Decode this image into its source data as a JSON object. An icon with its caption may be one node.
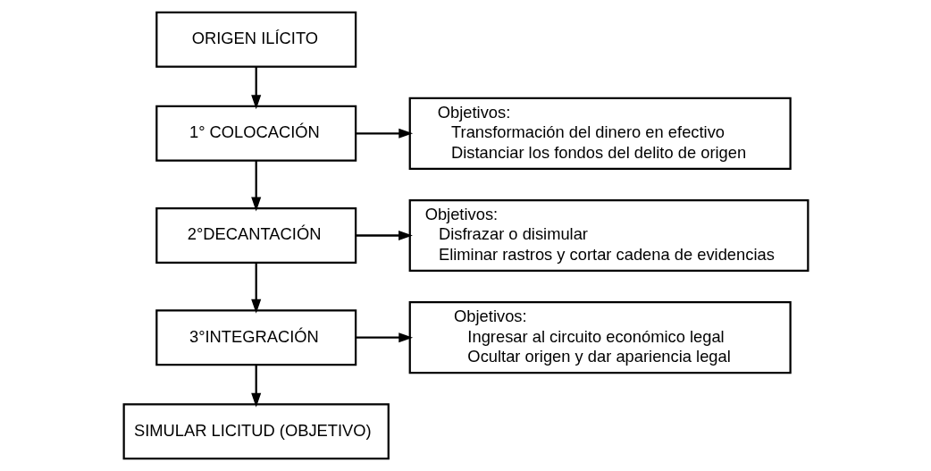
{
  "diagram": {
    "nodes": [
      {
        "text": [
          "ORIGEN ILÍCITO"
        ]
      },
      {
        "text": [
          "1° COLOCACIÓN"
        ]
      },
      {
        "text": [
          "Objetivos:",
          "Transformación del dinero en efectivo",
          "Distanciar los fondos del delito de origen"
        ]
      },
      {
        "text": [
          "2°DECANTACIÓN"
        ]
      },
      {
        "text": [
          "Objetivos:",
          "Disfrazar o disimular",
          "Eliminar rastros y cortar cadena de evidencias"
        ]
      },
      {
        "text": [
          "3°INTEGRACIÓN"
        ]
      },
      {
        "text": [
          "Objetivos:",
          "Ingresar al circuito económico legal",
          "Ocultar origen y dar apariencia legal"
        ]
      },
      {
        "text": [
          "SIMULAR LICITUD (OBJETIVO)"
        ]
      }
    ],
    "edges": [
      {
        "from": 0,
        "to": 1,
        "arrow": "to"
      },
      {
        "from": 1,
        "to": 2,
        "arrow": "to"
      },
      {
        "from": 1,
        "to": 3,
        "arrow": "to"
      },
      {
        "from": 3,
        "to": 4,
        "arrow": "to"
      },
      {
        "from": 3,
        "to": 5,
        "arrow": "to"
      },
      {
        "from": 5,
        "to": 6,
        "arrow": "to"
      },
      {
        "from": 5,
        "to": 7,
        "arrow": "to"
      }
    ]
  }
}
